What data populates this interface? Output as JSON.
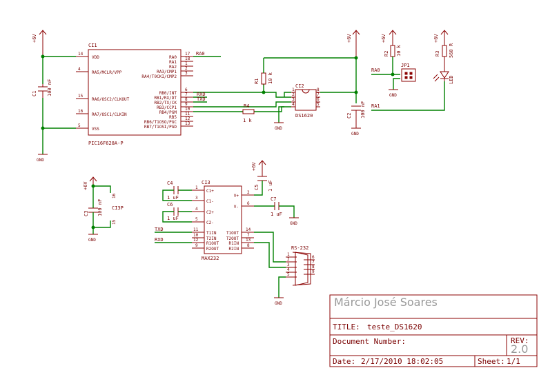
{
  "title_block": {
    "author": "Márcio José Soares",
    "title_label": "TITLE:",
    "title_value": "teste_DS1620",
    "document_number_label": "Document Number:",
    "rev_label": "REV:",
    "rev_value": "2.0",
    "date_label": "Date:",
    "date_value": "2/17/2010 18:02:05",
    "sheet_label": "Sheet:",
    "sheet_value": "1/1"
  },
  "pic": {
    "ref": "CI1",
    "part": "PIC16F628A-P",
    "left_pins": [
      {
        "num": "14",
        "name": "VDD"
      },
      {
        "num": "4",
        "name": "RA5/MCLR/VPP"
      },
      {
        "num": "15",
        "name": "RA6/OSC2/CLKOUT"
      },
      {
        "num": "16",
        "name": "RA7/OSC1/CLKIN"
      },
      {
        "num": "5",
        "name": "VSS"
      }
    ],
    "right_pins": [
      {
        "num": "17",
        "name": "RA0"
      },
      {
        "num": "18",
        "name": "RA1"
      },
      {
        "num": "1",
        "name": "RA2"
      },
      {
        "num": "2",
        "name": "RA3/CMP1"
      },
      {
        "num": "3",
        "name": "RA4/T0CKI/CMP2"
      },
      {
        "num": "6",
        "name": "RB0/INT"
      },
      {
        "num": "7",
        "name": "RB1/RX/DT"
      },
      {
        "num": "8",
        "name": "RB2/TX/CK"
      },
      {
        "num": "9",
        "name": "RB3/CCP1"
      },
      {
        "num": "10",
        "name": "RB4/PGM"
      },
      {
        "num": "11",
        "name": "RB5"
      },
      {
        "num": "12",
        "name": "RB6/T1OSO/PGC"
      },
      {
        "num": "13",
        "name": "RB7/T1OSI/PGD"
      }
    ]
  },
  "ds1620": {
    "ref": "CI2",
    "part": "DS1620",
    "pins_left": [
      "1",
      "2",
      "3",
      "4"
    ],
    "pins_right": [
      "8",
      "7",
      "6",
      "5"
    ]
  },
  "max232": {
    "ref": "CI3",
    "part": "MAX232",
    "left_pins": [
      {
        "num": "1",
        "name": "C1+"
      },
      {
        "num": "3",
        "name": "C1-"
      },
      {
        "num": "4",
        "name": "C2+"
      },
      {
        "num": "5",
        "name": "C2-"
      },
      {
        "num": "11",
        "name": "T1IN"
      },
      {
        "num": "10",
        "name": "T2IN"
      },
      {
        "num": "12",
        "name": "R1OUT"
      },
      {
        "num": "9",
        "name": "R2OUT"
      }
    ],
    "right_pins": [
      {
        "num": "2",
        "name": "V+"
      },
      {
        "num": "6",
        "name": "V-"
      },
      {
        "num": "14",
        "name": "T1OUT"
      },
      {
        "num": "7",
        "name": "T2OUT"
      },
      {
        "num": "13",
        "name": "R1IN"
      },
      {
        "num": "8",
        "name": "R2IN"
      }
    ],
    "pwr_pins": [
      "16",
      "15"
    ],
    "pwr_ref": "CI3P"
  },
  "connector": {
    "ref": "RS-232",
    "pins_a": [
      "1",
      "2",
      "3",
      "4",
      "5"
    ],
    "pins_b": [
      "6",
      "7",
      "8",
      "9"
    ]
  },
  "components": {
    "c1": {
      "ref": "C1",
      "value": "100 nF"
    },
    "c2": {
      "ref": "C2",
      "value": "100 nF"
    },
    "c3": {
      "ref": "C3",
      "value": "100 nF"
    },
    "c4": {
      "ref": "C4",
      "value": "1 uF"
    },
    "c5": {
      "ref": "C5",
      "value": "1 uF"
    },
    "c6": {
      "ref": "C6",
      "value": "1 uF"
    },
    "c7": {
      "ref": "C7",
      "value": "1 uF"
    },
    "r1": {
      "ref": "R1",
      "value": "10 k"
    },
    "r2": {
      "ref": "R2",
      "value": "10 k"
    },
    "r3": {
      "ref": "R3",
      "value": "560 R"
    },
    "r4": {
      "ref": "R4",
      "value": "1 k"
    },
    "jp1": {
      "ref": "JP1"
    },
    "led": {
      "ref": "LED"
    }
  },
  "supplies": {
    "vcc": "+6V",
    "gnd": "GND"
  },
  "nets": {
    "ra0": "RA0",
    "ra1": "RA1",
    "rxd": "RXD",
    "txd": "TXD"
  }
}
